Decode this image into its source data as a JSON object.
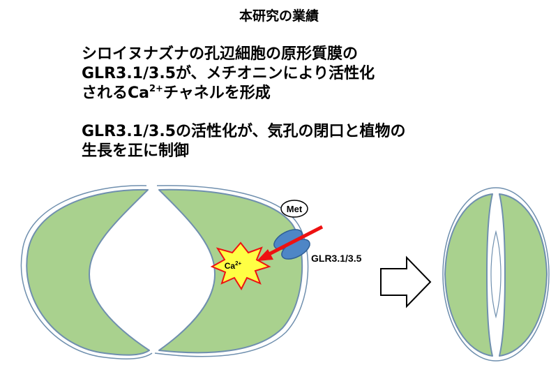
{
  "title": "本研究の業績",
  "statement1": {
    "line1": "シロイヌナズナの孔辺細胞の原形質膜の",
    "line2": "GLR3.1/3.5が、メチオニンにより活性化",
    "line3_pre": "されるCa",
    "line3_sup": "2+",
    "line3_post": "チャネルを形成"
  },
  "statement2": {
    "line1": "GLR3.1/3.5の活性化が、気孔の閉口と植物の",
    "line2": "生長を正に制御"
  },
  "diagram": {
    "met_label": "Met",
    "ca_label": "Ca",
    "ca_sup": "2+",
    "channel_label": "GLR3.1/3.5"
  },
  "colors": {
    "cell_fill": "#a9d18e",
    "cell_outline": "#6f8fae",
    "channel_fill": "#4e86c6",
    "channel_outline": "#2f5f95",
    "arrow_red": "#ee1111",
    "burst_fill": "#ffff44",
    "burst_outline": "#ee1111"
  }
}
